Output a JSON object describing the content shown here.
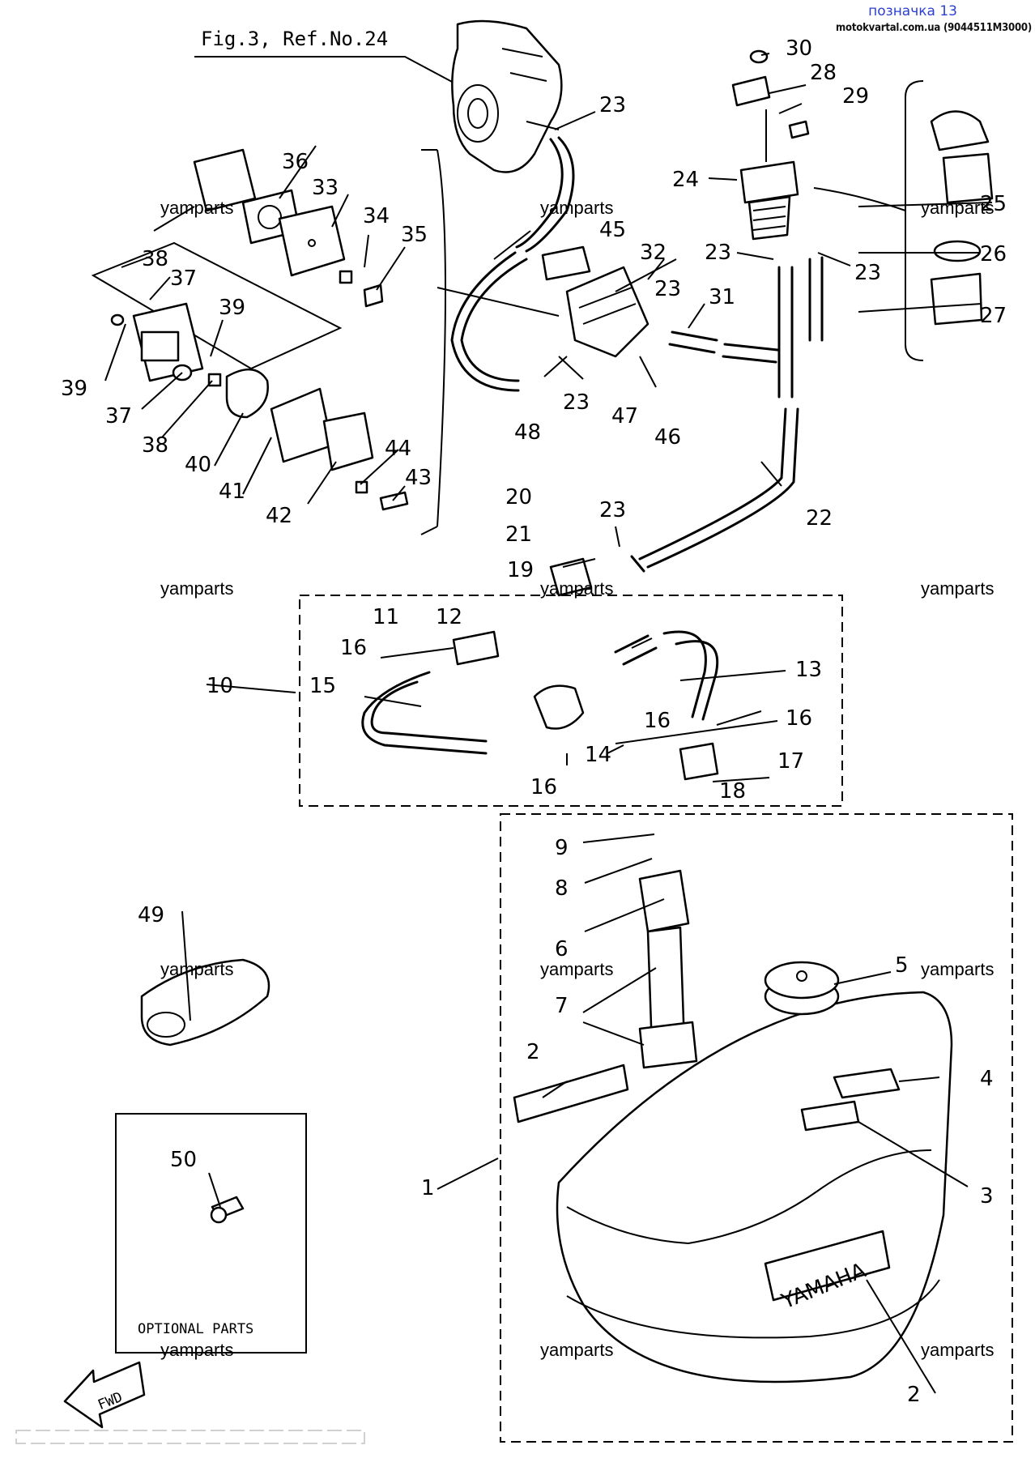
{
  "header": {
    "label": "позначка 13",
    "source": "motokvartal.com.ua (9044511M3000)"
  },
  "figure_ref": "Fig.3, Ref.No.24",
  "watermark": "yamparts",
  "optional_parts_label": "OPTIONAL PARTS",
  "fwd_label": "FWD",
  "tank_brand": "YAMAHA",
  "callouts": [
    {
      "id": "c1",
      "label": "1"
    },
    {
      "id": "c2a",
      "label": "2"
    },
    {
      "id": "c2b",
      "label": "2"
    },
    {
      "id": "c3",
      "label": "3"
    },
    {
      "id": "c4",
      "label": "4"
    },
    {
      "id": "c5",
      "label": "5"
    },
    {
      "id": "c6",
      "label": "6"
    },
    {
      "id": "c7",
      "label": "7"
    },
    {
      "id": "c8",
      "label": "8"
    },
    {
      "id": "c9",
      "label": "9"
    },
    {
      "id": "c10",
      "label": "10"
    },
    {
      "id": "c11",
      "label": "11"
    },
    {
      "id": "c12",
      "label": "12"
    },
    {
      "id": "c13",
      "label": "13"
    },
    {
      "id": "c14",
      "label": "14"
    },
    {
      "id": "c15",
      "label": "15"
    },
    {
      "id": "c16a",
      "label": "16"
    },
    {
      "id": "c16b",
      "label": "16"
    },
    {
      "id": "c16c",
      "label": "16"
    },
    {
      "id": "c16d",
      "label": "16"
    },
    {
      "id": "c17",
      "label": "17"
    },
    {
      "id": "c18",
      "label": "18"
    },
    {
      "id": "c19",
      "label": "19"
    },
    {
      "id": "c20",
      "label": "20"
    },
    {
      "id": "c21",
      "label": "21"
    },
    {
      "id": "c22",
      "label": "22"
    },
    {
      "id": "c23a",
      "label": "23"
    },
    {
      "id": "c23b",
      "label": "23"
    },
    {
      "id": "c23c",
      "label": "23"
    },
    {
      "id": "c23d",
      "label": "23"
    },
    {
      "id": "c23e",
      "label": "23"
    },
    {
      "id": "c23f",
      "label": "23"
    },
    {
      "id": "c24",
      "label": "24"
    },
    {
      "id": "c25",
      "label": "25"
    },
    {
      "id": "c26",
      "label": "26"
    },
    {
      "id": "c27",
      "label": "27"
    },
    {
      "id": "c28",
      "label": "28"
    },
    {
      "id": "c29",
      "label": "29"
    },
    {
      "id": "c30",
      "label": "30"
    },
    {
      "id": "c31",
      "label": "31"
    },
    {
      "id": "c32",
      "label": "32"
    },
    {
      "id": "c33",
      "label": "33"
    },
    {
      "id": "c34",
      "label": "34"
    },
    {
      "id": "c35",
      "label": "35"
    },
    {
      "id": "c36",
      "label": "36"
    },
    {
      "id": "c37a",
      "label": "37"
    },
    {
      "id": "c37b",
      "label": "37"
    },
    {
      "id": "c38a",
      "label": "38"
    },
    {
      "id": "c38b",
      "label": "38"
    },
    {
      "id": "c39a",
      "label": "39"
    },
    {
      "id": "c39b",
      "label": "39"
    },
    {
      "id": "c40",
      "label": "40"
    },
    {
      "id": "c41",
      "label": "41"
    },
    {
      "id": "c42",
      "label": "42"
    },
    {
      "id": "c43",
      "label": "43"
    },
    {
      "id": "c44",
      "label": "44"
    },
    {
      "id": "c45",
      "label": "45"
    },
    {
      "id": "c46",
      "label": "46"
    },
    {
      "id": "c47",
      "label": "47"
    },
    {
      "id": "c48",
      "label": "48"
    },
    {
      "id": "c49",
      "label": "49"
    },
    {
      "id": "c50",
      "label": "50"
    }
  ]
}
